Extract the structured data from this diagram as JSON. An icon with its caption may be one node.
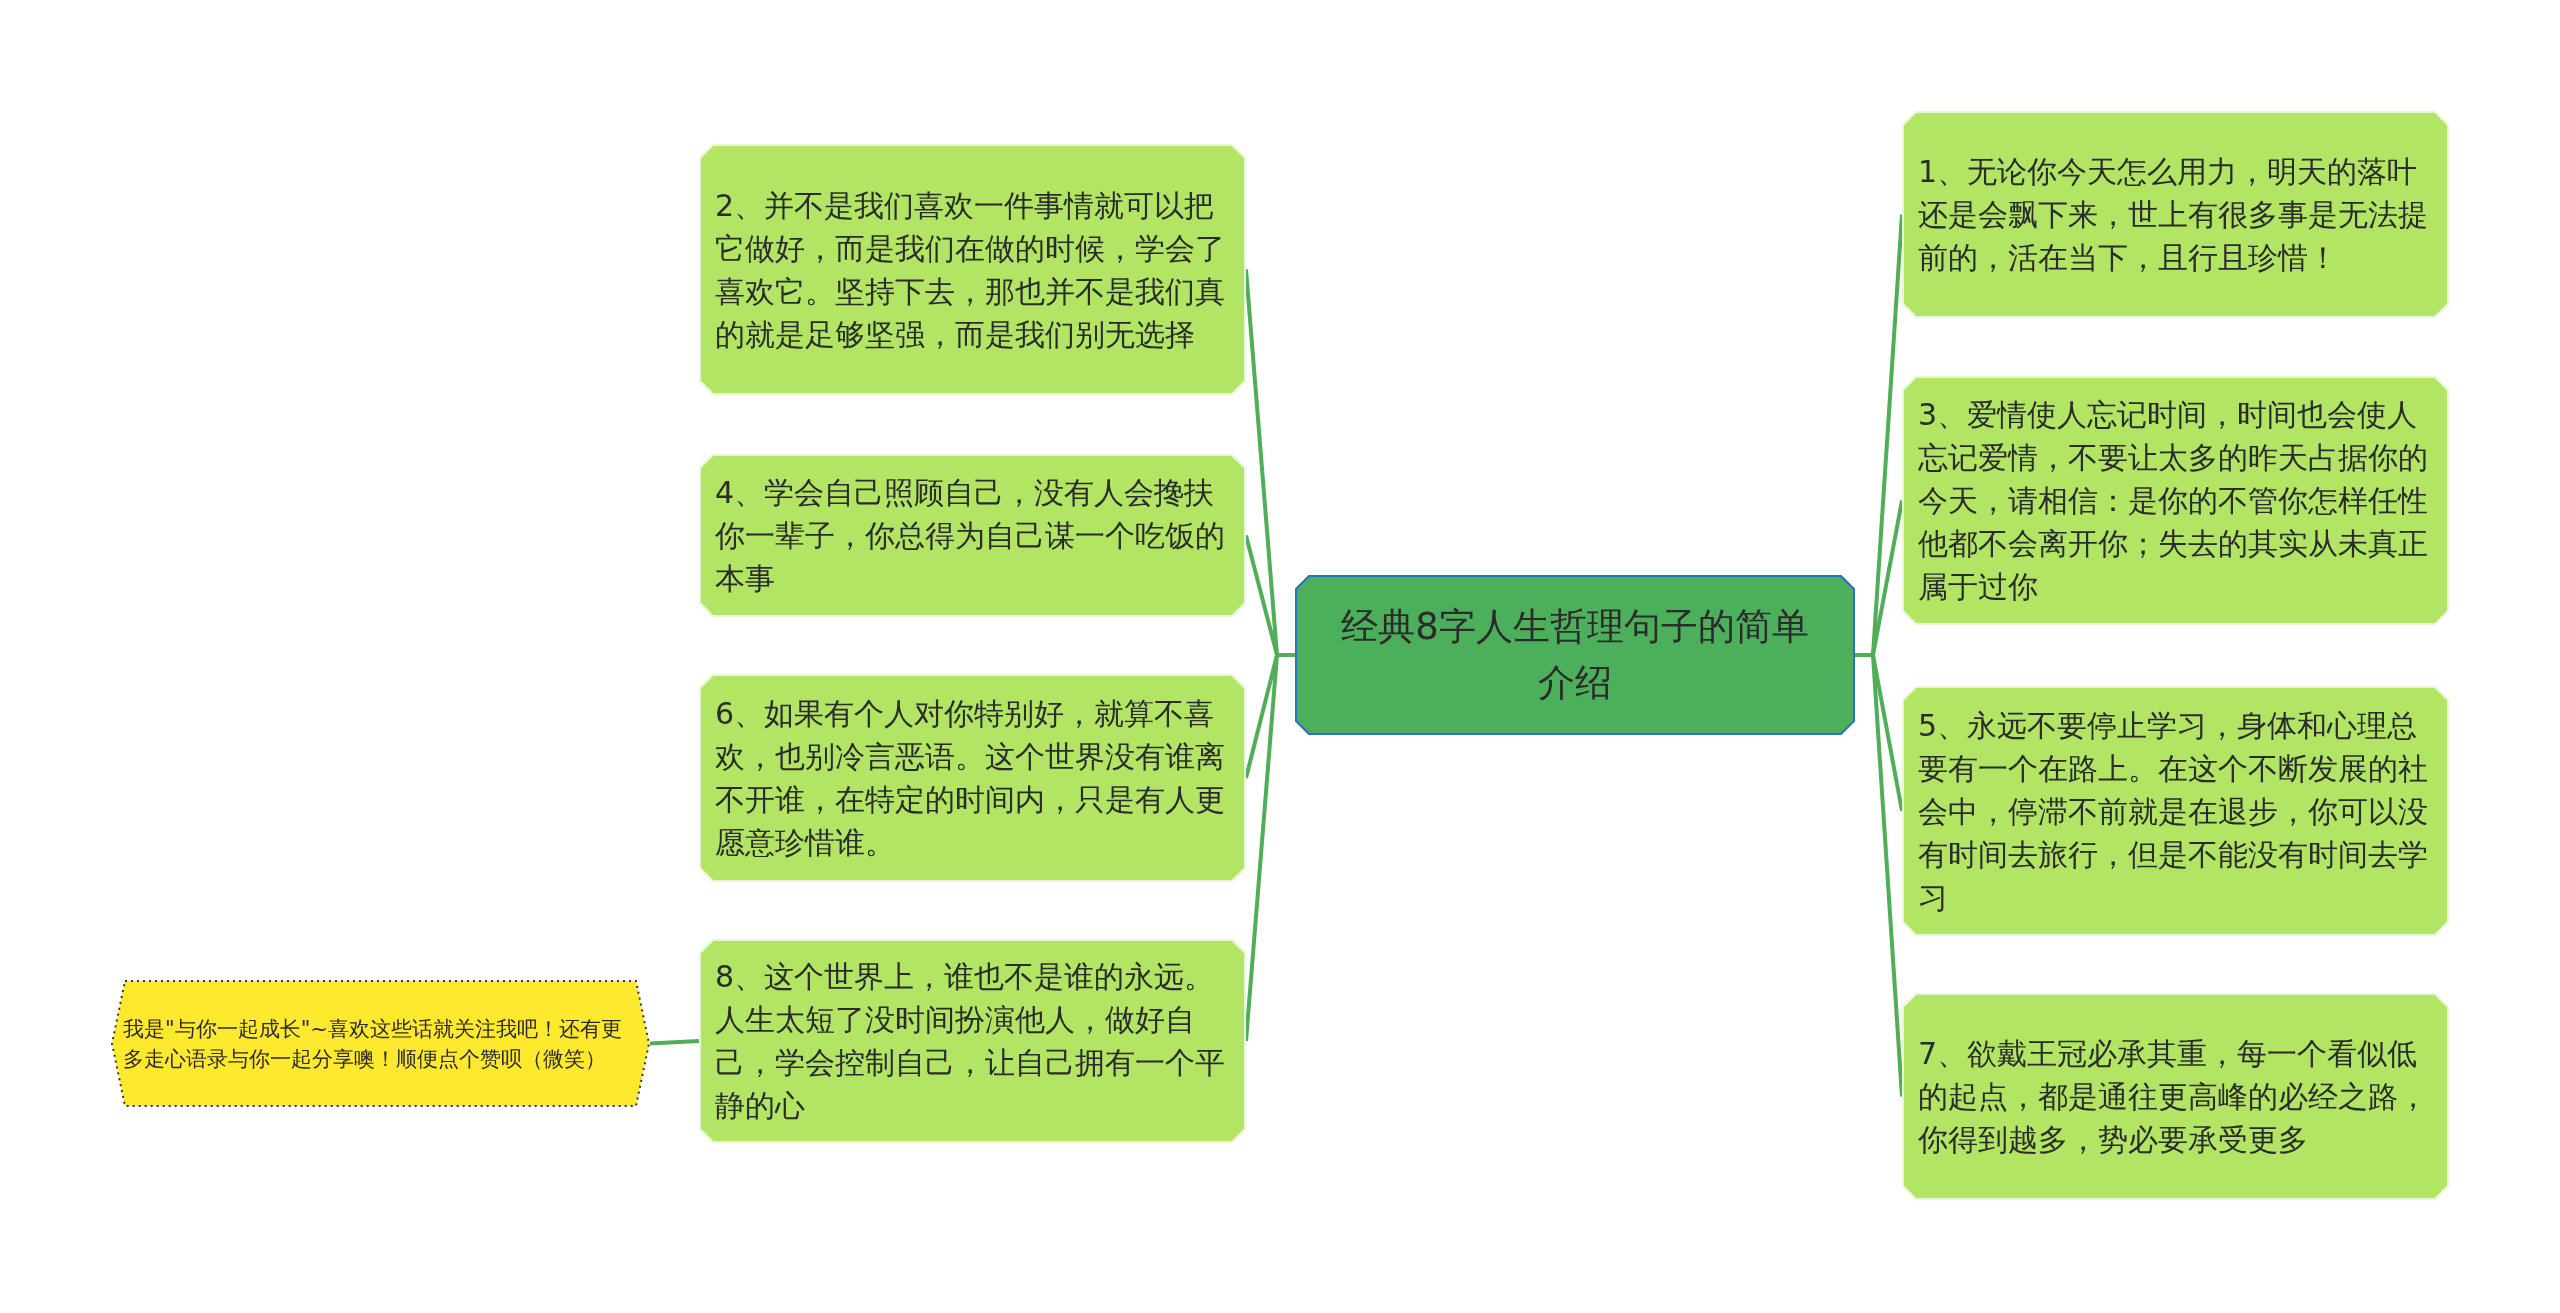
{
  "diagram": {
    "nodes": [
      {
        "text": [
          "经典8字人生哲理句子的简单介绍"
        ]
      },
      {
        "text": [
          "1、无论你今天怎么用力，明天的落叶还是会飘下来，世上有很多事是无法提前的，活在当下，且行且珍惜！"
        ]
      },
      {
        "text": [
          "2、并不是我们喜欢一件事情就可以把它做好，而是我们在做的时候，学会了喜欢它。坚持下去，那也并不是我们真的就是足够坚强，而是我们别无选择"
        ]
      },
      {
        "text": [
          "3、爱情使人忘记时间，时间也会使人忘记爱情，不要让太多的昨天占据你的今天，请相信：是你的不管你怎样任性他都不会离开你；失去的其实从未真正属于过你"
        ]
      },
      {
        "text": [
          "4、学会自己照顾自己，没有人会搀扶你一辈子，你总得为自己谋一个吃饭的本事"
        ]
      },
      {
        "text": [
          "5、永远不要停止学习，身体和心理总要有一个在路上。在这个不断发展的社会中，停滞不前就是在退步，你可以没有时间去旅行，但是不能没有时间去学习"
        ]
      },
      {
        "text": [
          "6、如果有个人对你特别好，就算不喜欢，也别冷言恶语。这个世界没有谁离不开谁，在特定的时间内，只是有人更愿意珍惜谁。"
        ]
      },
      {
        "text": [
          "7、欲戴王冠必承其重，每一个看似低的起点，都是通往更高峰的必经之路，你得到越多，势必要承受更多"
        ]
      },
      {
        "text": [
          "8、这个世界上，谁也不是谁的永远。人生太短了没时间扮演他人，做好自己，学会控制自己，让自己拥有一个平静的心"
        ]
      },
      {
        "text": [
          "我是\"与你一起成长\"~喜欢这些话就关注我吧！还有更多走心语录与你一起分享噢！顺便点个赞呗（微笑）"
        ]
      }
    ],
    "edges": [
      {
        "from": 0,
        "to": 1,
        "arrow": "none"
      },
      {
        "from": 0,
        "to": 2,
        "arrow": "none"
      },
      {
        "from": 0,
        "to": 3,
        "arrow": "none"
      },
      {
        "from": 0,
        "to": 4,
        "arrow": "none"
      },
      {
        "from": 0,
        "to": 5,
        "arrow": "none"
      },
      {
        "from": 0,
        "to": 6,
        "arrow": "none"
      },
      {
        "from": 0,
        "to": 7,
        "arrow": "none"
      },
      {
        "from": 0,
        "to": 8,
        "arrow": "none"
      },
      {
        "from": 8,
        "to": 9,
        "arrow": "none"
      }
    ]
  }
}
